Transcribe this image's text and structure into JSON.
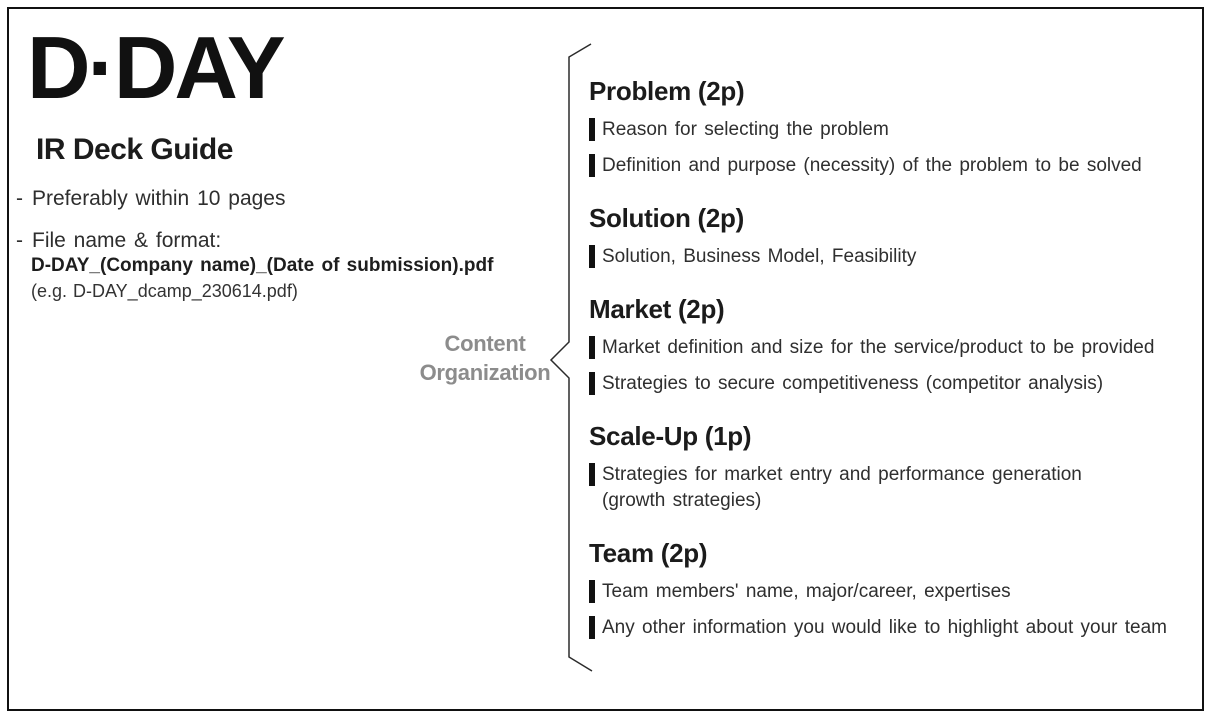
{
  "logo": "D·DAY",
  "subtitle": "IR Deck Guide",
  "notes": {
    "dash": "-",
    "line1": "Preferably within 10 pages",
    "line2": "File name & format:",
    "filename": "D-DAY_(Company name)_(Date of submission).pdf",
    "example": "(e.g. D-DAY_dcamp_230614.pdf)"
  },
  "brace_label": {
    "line1": "Content",
    "line2": "Organization"
  },
  "sections": [
    {
      "title": "Problem (2p)",
      "items": [
        "Reason for selecting the problem",
        "Definition and purpose (necessity) of the problem to be solved"
      ]
    },
    {
      "title": "Solution (2p)",
      "items": [
        "Solution, Business Model, Feasibility"
      ]
    },
    {
      "title": "Market (2p)",
      "items": [
        "Market definition and size for the service/product to be provided",
        "Strategies to secure competitiveness (competitor analysis)"
      ]
    },
    {
      "title": "Scale-Up (1p)",
      "items": [
        "Strategies for market entry and performance generation\n(growth strategies)"
      ]
    },
    {
      "title": "Team (2p)",
      "items": [
        "Team members' name, major/career, expertises",
        "Any other information you would like to highlight about your team"
      ]
    }
  ],
  "colors": {
    "text": "#222222",
    "muted_gray": "#8c8c8c",
    "border": "#111111",
    "bullet_bar": "#111111"
  }
}
